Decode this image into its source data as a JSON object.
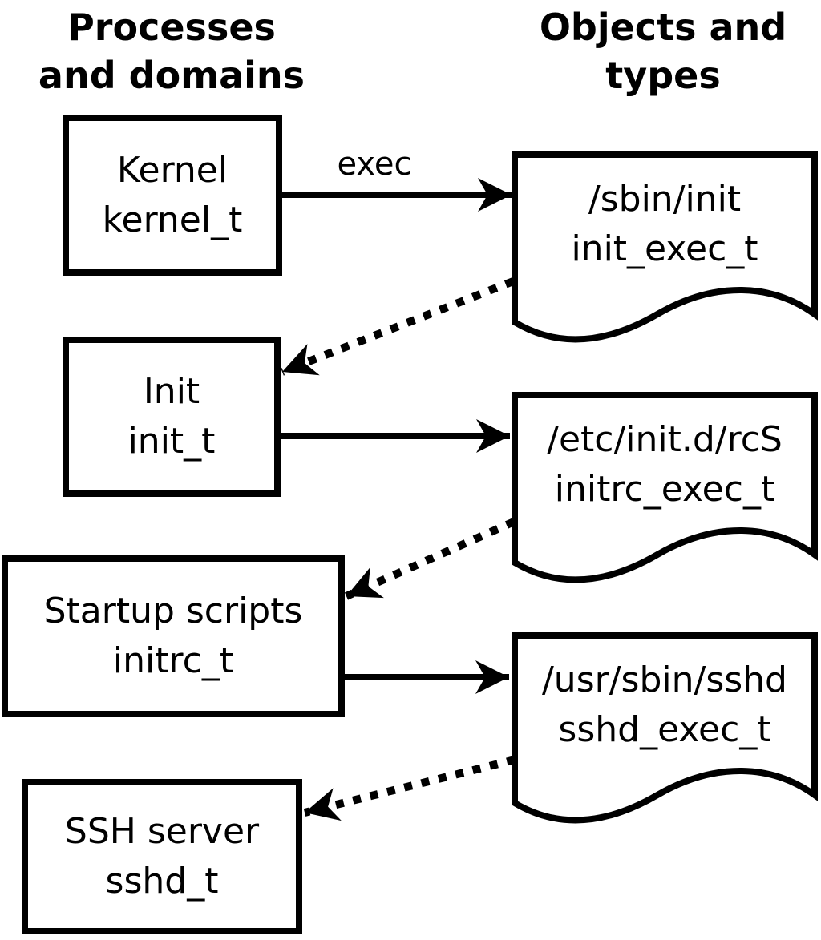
{
  "colors": {
    "ink": "#000000",
    "paper": "#ffffff"
  },
  "headers": {
    "processes": {
      "line1": "Processes",
      "line2": "and domains"
    },
    "objects": {
      "line1": "Objects and",
      "line2": "types"
    }
  },
  "process_boxes": [
    {
      "label": "Kernel",
      "type": "kernel_t"
    },
    {
      "label": "Init",
      "type": "init_t"
    },
    {
      "label": "Startup scripts",
      "type": "initrc_t"
    },
    {
      "label": "SSH server",
      "type": "sshd_t"
    }
  ],
  "object_docs": [
    {
      "label": "/sbin/init",
      "type": "init_exec_t"
    },
    {
      "label": "/etc/init.d/rcS",
      "type": "initrc_exec_t"
    },
    {
      "label": "/usr/sbin/sshd",
      "type": "sshd_exec_t"
    }
  ],
  "edge_labels": {
    "exec": "exec"
  }
}
